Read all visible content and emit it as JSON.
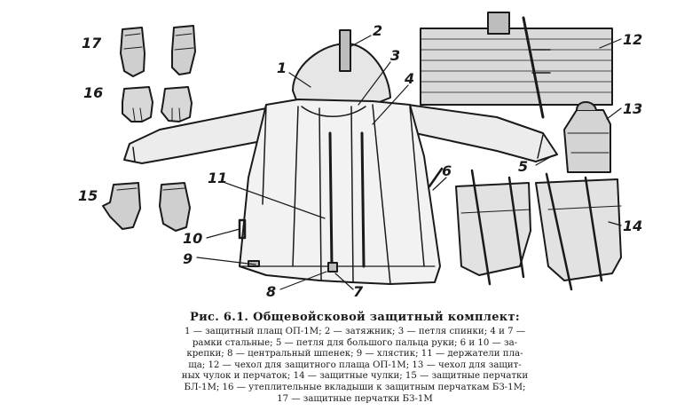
{
  "figure": {
    "labels": {
      "n1": "1",
      "n2": "2",
      "n3": "3",
      "n4": "4",
      "n5": "5",
      "n6": "6",
      "n7": "7",
      "n8": "8",
      "n9": "9",
      "n10": "10",
      "n11": "11",
      "n12": "12",
      "n13": "13",
      "n14": "14",
      "n15": "15",
      "n16": "16",
      "n17": "17"
    },
    "caption": {
      "title": "Рис. 6.1. Общевойсковой защитный комплект:",
      "lines": [
        "1 — защитный плащ ОП-1М; 2 — затяжник; 3 — петля спинки; 4 и 7 —",
        "рамки стальные; 5 — петля для большого пальца руки; 6 и 10 — за-",
        "крепки; 8 — центральный шпенек; 9 — хлястик; 11 — держатели пла-",
        "ща; 12 — чехол для защитного плаща ОП-1М; 13 — чехол для защит-",
        "ных чулок и перчаток; 14 — защитные чулки; 15 — защитные перчатки",
        "БЛ-1М; 16 — утеплительные вкладыши к защитным перчаткам БЗ-1М;",
        "17 — защитные перчатки БЗ-1М"
      ]
    }
  }
}
